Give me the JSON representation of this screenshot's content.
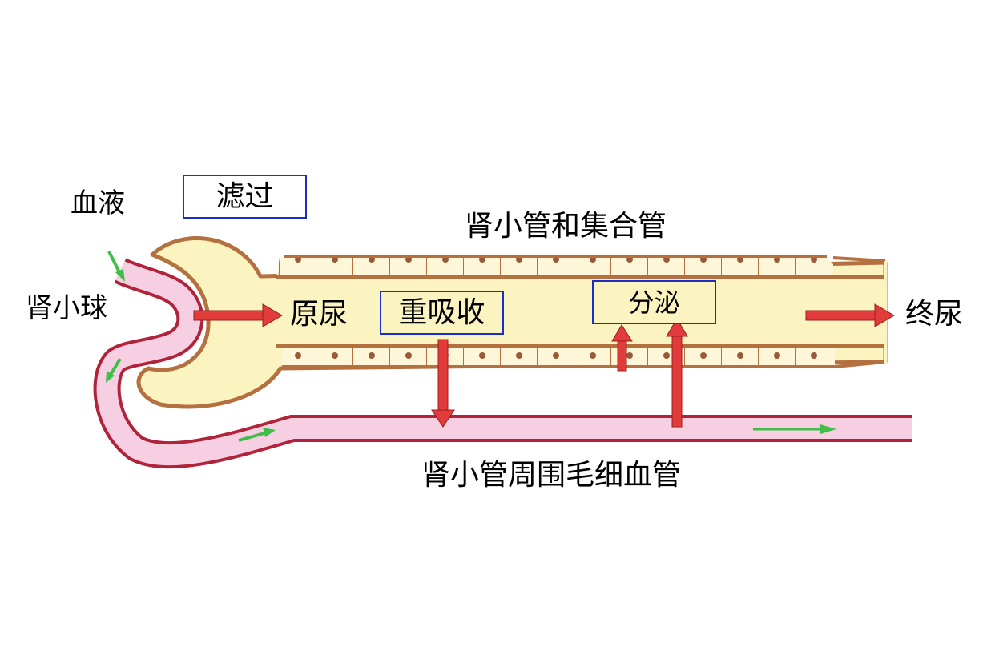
{
  "labels": {
    "blood": "血液",
    "glomerulus": "肾小球",
    "primary_urine": "原尿",
    "tubule_title": "肾小管和集合管",
    "final_urine": "终尿",
    "capillary": "肾小管周围毛细血管"
  },
  "process_boxes": {
    "filtration": "滤过",
    "reabsorption": "重吸收",
    "secretion": "分泌"
  },
  "colors": {
    "box_border": "#1c2fc4",
    "tubule_fill": "#fcf4c0",
    "tubule_wall": "#b4703f",
    "vessel_fill": "#f7cfe3",
    "vessel_wall": "#b0233a",
    "red_arrow": "#e23b3b",
    "green_arrow": "#3fbf4a"
  }
}
